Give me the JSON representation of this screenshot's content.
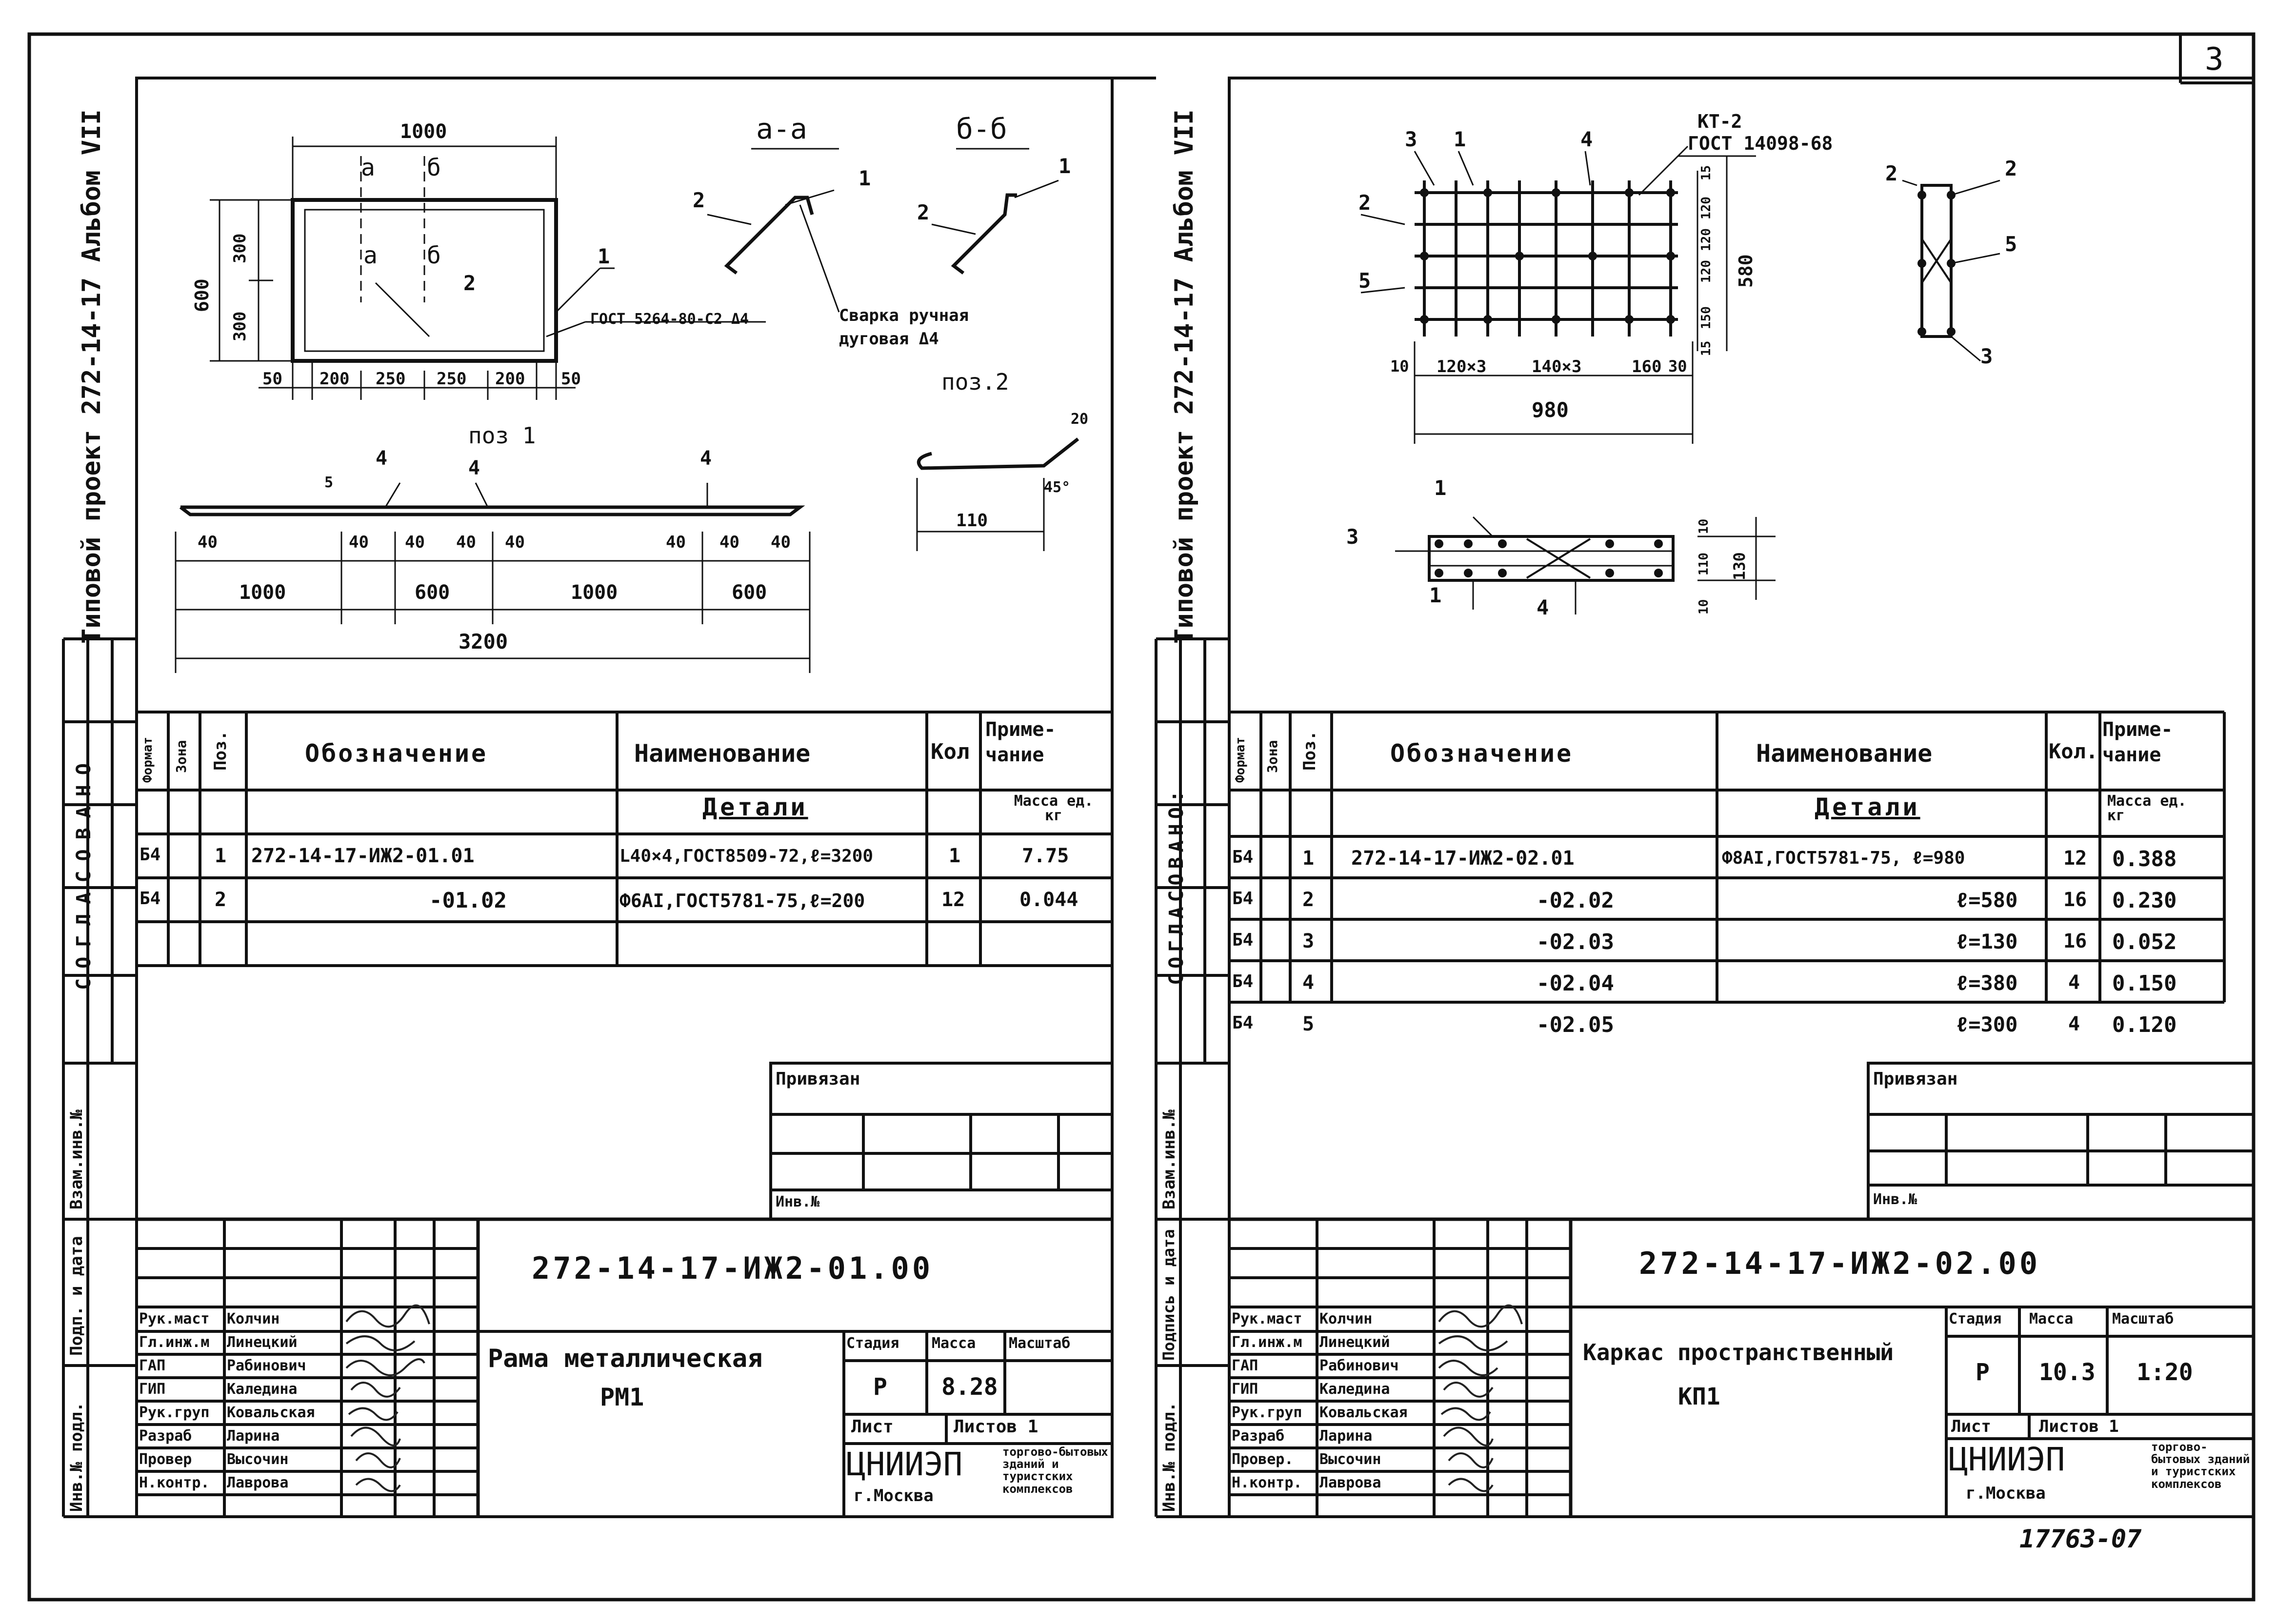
{
  "sheet": {
    "number": "3",
    "footer_number": "17763-07"
  },
  "left": {
    "album_label": "Типовой проект 272-14-17 Альбом VII",
    "approval_label": "СОГЛАСОВАНО",
    "side_cells": [
      "Взам.инв.№",
      "Подп. и дата",
      "Инв.№ подл."
    ],
    "drawing": {
      "dims_top": [
        "1000"
      ],
      "dims_bottom": [
        "50",
        "200",
        "250",
        "250",
        "200",
        "50"
      ],
      "dims_left": [
        "600",
        "300",
        "300"
      ],
      "section_marks": [
        "а",
        "б",
        "а",
        "б"
      ],
      "callouts": [
        "1",
        "2"
      ],
      "gost_note": "ГОСТ 5264-80-С2 Δ4",
      "section_a": "а-а",
      "section_b": "б-б",
      "weld_note_1": "Сварка ручная",
      "weld_note_2": "дуговая Δ4",
      "pos2_title": "поз.2",
      "pos2_dims": [
        "110",
        "45°",
        "20"
      ],
      "pos1_title": "поз 1",
      "pos1_marks": [
        "4",
        "4",
        "4",
        "5"
      ],
      "pos1_small": [
        "40",
        "40",
        "40",
        "40",
        "40",
        "40",
        "40",
        "40"
      ],
      "pos1_mid": [
        "1000",
        "600",
        "1000",
        "600"
      ],
      "pos1_total": "3200"
    },
    "table": {
      "headers": {
        "format": "Формат",
        "zone": "Зона",
        "pos": "Поз.",
        "designation": "Обозначение",
        "name": "Наименование",
        "qty": "Кол",
        "note": "Приме- чание"
      },
      "section": "Детали",
      "note_sub": "Масса ед. кг",
      "rows": [
        {
          "format": "Б4",
          "pos": "1",
          "designation": "272-14-17-ИЖ2-01.01",
          "name": "L40×4,ГОСТ8509-72,ℓ=3200",
          "qty": "1",
          "note": "7.75"
        },
        {
          "format": "Б4",
          "pos": "2",
          "designation": "-01.02",
          "name": "Ф6АI,ГОСТ5781-75,ℓ=200",
          "qty": "12",
          "note": "0.044"
        }
      ]
    },
    "privyazan": "Привязан",
    "inv": "Инв.№",
    "stamp": {
      "code": "272-14-17-ИЖ2-01.00",
      "title": "Рама металлическая",
      "subtitle": "РМ1",
      "roles": [
        "Рук.маст",
        "Гл.инж.м",
        "ГАП",
        "ГИП",
        "Рук.груп",
        "Разраб",
        "Провер",
        "Н.контр."
      ],
      "names": [
        "Колчин",
        "Линецкий",
        "Рабинович",
        "Каледина",
        "Ковальская",
        "Ларина",
        "Высочин",
        "Лаврова"
      ],
      "stage_label": "Стадия",
      "mass_label": "Масса",
      "scale_label": "Масштаб",
      "stage": "Р",
      "mass": "8.28",
      "scale": "",
      "sheet_label": "Лист",
      "sheets_label": "Листов 1",
      "org": "ЦНИИЭП",
      "city": "г.Москва",
      "org_note": "торгово-бытовых зданий и туристских комплексов"
    }
  },
  "right": {
    "album_label": "Типовой проект 272-14-17 Альбом VII",
    "approval_label": "СОГЛАСОВАНО:",
    "side_cells": [
      "Взам.инв.№",
      "Подпись и дата",
      "Инв.№ подл."
    ],
    "drawing": {
      "kt_label": "КТ-2",
      "gost_note": "ГОСТ 14098-68",
      "callouts_top": [
        "3",
        "1",
        "4"
      ],
      "callouts_left": [
        "2",
        "5"
      ],
      "dims_bottom": [
        "10",
        "120×3",
        "140×3",
        "160",
        "30"
      ],
      "total_width": "980",
      "dims_right": [
        "15",
        "120",
        "120",
        "120",
        "150",
        "15",
        "580"
      ],
      "side_callouts": [
        "2",
        "2",
        "5",
        "3"
      ],
      "plan_callouts": [
        "1",
        "3",
        "1",
        "4"
      ],
      "plan_dims": [
        "10",
        "110",
        "10",
        "130"
      ]
    },
    "table": {
      "headers": {
        "format": "Формат",
        "zone": "Зона",
        "pos": "Поз.",
        "designation": "Обозначение",
        "name": "Наименование",
        "qty": "Кол.",
        "note": "Приме- чание"
      },
      "section": "Детали",
      "note_sub": "Масса ед. кг",
      "rows": [
        {
          "format": "Б4",
          "pos": "1",
          "designation": "272-14-17-ИЖ2-02.01",
          "name": "Ф8АI,ГОСТ5781-75, ℓ=980",
          "qty": "12",
          "note": "0.388"
        },
        {
          "format": "Б4",
          "pos": "2",
          "designation": "-02.02",
          "name": "ℓ=580",
          "qty": "16",
          "note": "0.230"
        },
        {
          "format": "Б4",
          "pos": "3",
          "designation": "-02.03",
          "name": "ℓ=130",
          "qty": "16",
          "note": "0.052"
        },
        {
          "format": "Б4",
          "pos": "4",
          "designation": "-02.04",
          "name": "ℓ=380",
          "qty": "4",
          "note": "0.150"
        },
        {
          "format": "Б4",
          "pos": "5",
          "designation": "-02.05",
          "name": "ℓ=300",
          "qty": "4",
          "note": "0.120"
        }
      ]
    },
    "privyazan": "Привязан",
    "inv": "Инв.№",
    "stamp": {
      "code": "272-14-17-ИЖ2-02.00",
      "title": "Каркас пространственный",
      "subtitle": "КП1",
      "roles": [
        "Рук.маст",
        "Гл.инж.м",
        "ГАП",
        "ГИП",
        "Рук.груп",
        "Разраб",
        "Провер.",
        "Н.контр."
      ],
      "names": [
        "Колчин",
        "Линецкий",
        "Рабинович",
        "Каледина",
        "Ковальская",
        "Ларина",
        "Высочин",
        "Лаврова"
      ],
      "stage_label": "Стадия",
      "mass_label": "Масса",
      "scale_label": "Масштаб",
      "stage": "Р",
      "mass": "10.3",
      "scale": "1:20",
      "sheet_label": "Лист",
      "sheets_label": "Листов 1",
      "org": "ЦНИИЭП",
      "city": "г.Москва",
      "org_note": "торгово-бытовых зданий и туристских комплексов"
    }
  }
}
